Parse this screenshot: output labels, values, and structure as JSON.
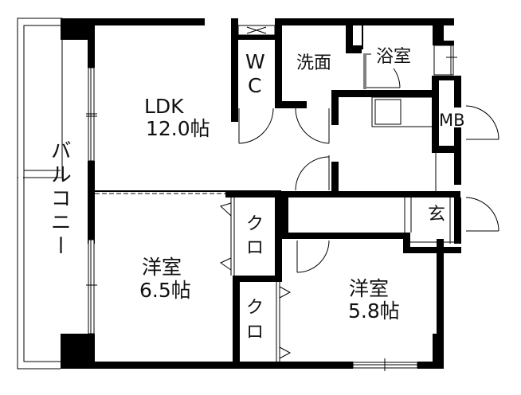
{
  "floor_plan": {
    "colors": {
      "wall": "#000000",
      "background": "#ffffff",
      "line": "#000000"
    },
    "rooms": [
      {
        "id": "balcony",
        "label": "バルコニー"
      },
      {
        "id": "ldk",
        "label": "LDK",
        "size": "12.0帖"
      },
      {
        "id": "wc",
        "label_line1": "W",
        "label_line2": "C"
      },
      {
        "id": "washroom",
        "label": "洗面"
      },
      {
        "id": "bathroom",
        "label": "浴室"
      },
      {
        "id": "mb",
        "label": "MB"
      },
      {
        "id": "entrance",
        "label": "玄"
      },
      {
        "id": "closet1",
        "label_line1": "ク",
        "label_line2": "ロ"
      },
      {
        "id": "closet2",
        "label_line1": "ク",
        "label_line2": "ロ"
      },
      {
        "id": "western_room_1",
        "label": "洋室",
        "size": "6.5帖"
      },
      {
        "id": "western_room_2",
        "label": "洋室",
        "size": "5.8帖"
      }
    ]
  }
}
